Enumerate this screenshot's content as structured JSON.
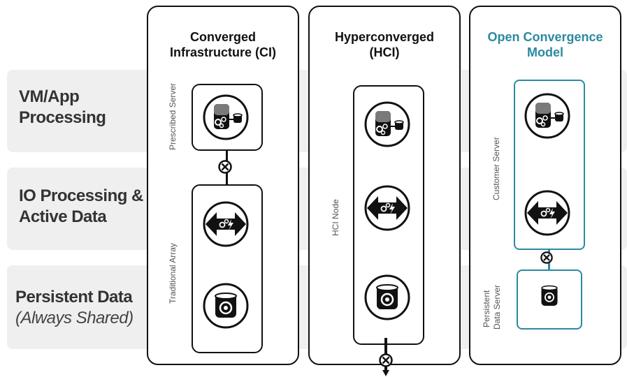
{
  "rows": {
    "vm_app": "VM/App\nProcessing",
    "io": "IO Processing &\nActive Data",
    "persistent": "Persistent Data",
    "persistent_sub": "(Always Shared)"
  },
  "columns": {
    "ci": {
      "title": "Converged\nInfrastructure (CI)",
      "server_label": "Prescribed Server",
      "array_label": "Traditional Array"
    },
    "hci": {
      "title": "Hyperconverged\n(HCI)",
      "node_label": "HCI Node"
    },
    "ocm": {
      "title": "Open Convergence\nModel",
      "server_label": "Customer Server",
      "data_label_1": "Persistent",
      "data_label_2": "Data Server"
    }
  },
  "colors": {
    "accent": "#2a8aa0",
    "band": "#efefef",
    "ink": "#111111"
  },
  "icons": [
    "server-compute-icon",
    "io-processing-icon",
    "storage-icon",
    "interconnect-x-icon"
  ]
}
